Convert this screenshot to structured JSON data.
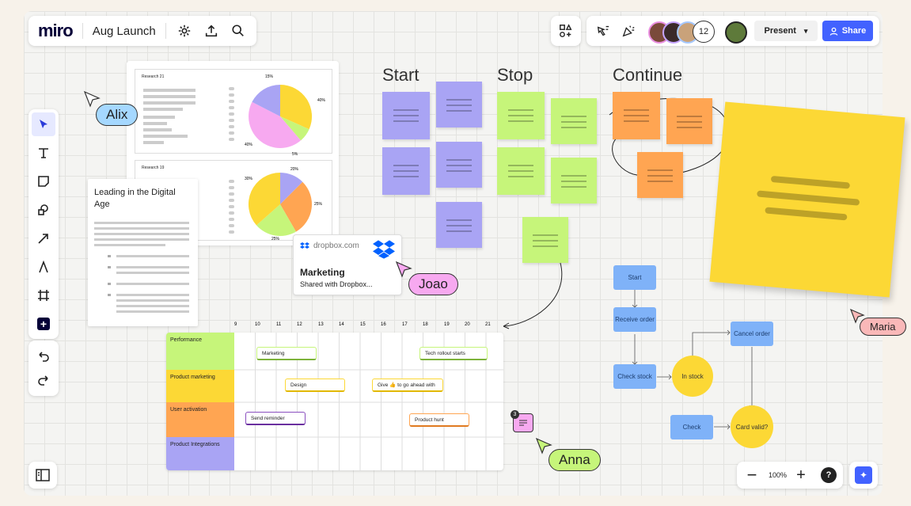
{
  "topbar": {
    "logo": "miro",
    "board_name": "Aug Launch"
  },
  "header_right": {
    "collaborator_count": "12",
    "present_label": "Present",
    "share_label": "Share"
  },
  "research": [
    {
      "title": "Research 21",
      "pct": [
        "15%",
        "40%",
        "40%",
        "5%"
      ]
    },
    {
      "title": "Research 19",
      "pct": [
        "30%",
        "20%",
        "25%",
        "25%"
      ]
    }
  ],
  "doc": {
    "title": "Leading in the Digital Age"
  },
  "dropbox": {
    "source": "dropbox.com",
    "title": "Marketing",
    "subtitle": "Shared with Dropbox..."
  },
  "retro": {
    "start": "Start",
    "stop": "Stop",
    "continue": "Continue"
  },
  "cursors": {
    "alix": "Alix",
    "joao": "Joao",
    "maria": "Maria",
    "anna": "Anna"
  },
  "flow": {
    "start": "Start",
    "receive": "Receive order",
    "check_stock": "Check stock",
    "in_stock": "In stock",
    "cancel": "Cancel order",
    "check": "Check",
    "card_valid": "Card valid?"
  },
  "timeline": {
    "hours": [
      "9",
      "10",
      "11",
      "12",
      "13",
      "14",
      "15",
      "16",
      "17",
      "18",
      "19",
      "20",
      "21"
    ],
    "rows": [
      "Performance",
      "Product marketing",
      "User activation",
      "Product Integrations"
    ],
    "tags": {
      "marketing": "Marketing",
      "tech": "Tech rollout starts",
      "design": "Design",
      "give": "Give 👍 to go ahead with",
      "reminder": "Send reminder",
      "hunt": "Product hunt"
    }
  },
  "comment": {
    "count": "3"
  },
  "zoom": {
    "level": "100%"
  },
  "colors": {
    "accent": "#4262ff",
    "purple": "#a9a4f4",
    "green": "#c6f57a",
    "orange": "#ffa552",
    "yellow": "#fcd835",
    "blue": "#7fb2f8"
  }
}
